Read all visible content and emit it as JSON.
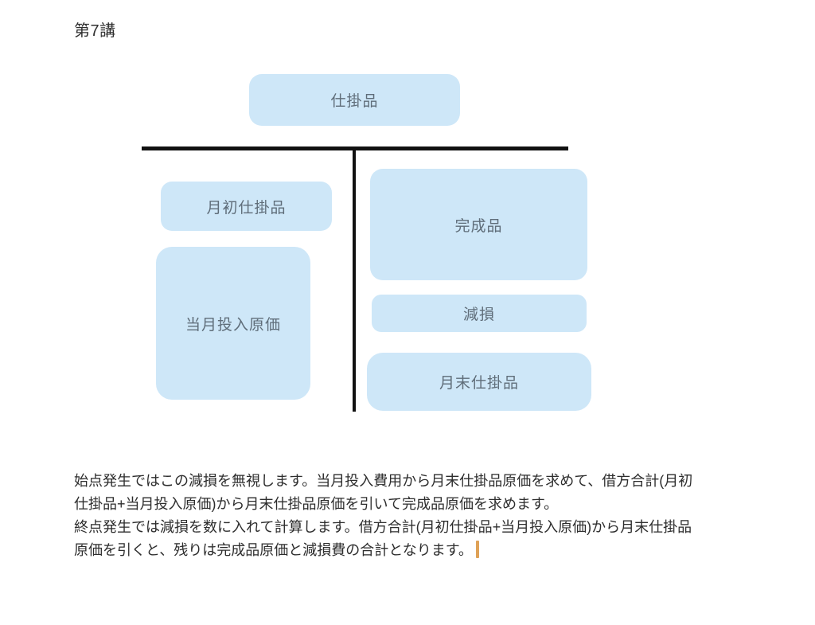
{
  "page": {
    "title": "第7講",
    "background": "#ffffff"
  },
  "diagram": {
    "account_title": "仕掛品",
    "left": [
      {
        "label": "月初仕掛品"
      },
      {
        "label": "当月投入原価"
      }
    ],
    "right": [
      {
        "label": "完成品"
      },
      {
        "label": "減損"
      },
      {
        "label": "月末仕掛品"
      }
    ],
    "box_color": "#cee7f8",
    "box_text_color": "#5f6d79",
    "line_color": "#111111"
  },
  "notes": {
    "lines": [
      "始点発生ではこの減損を無視します。当月投入費用から月末仕掛品原価を求めて、借方合計(月初",
      "仕掛品+当月投入原価)から月末仕掛品原価を引いて完成品原価を求めます。",
      "終点発生では減損を数に入れて計算します。借方合計(月初仕掛品+当月投入原価)から月末仕掛品",
      "原価を引くと、残りは完成品原価と減損費の合計となります。"
    ],
    "caret_color": "#dfa257"
  }
}
